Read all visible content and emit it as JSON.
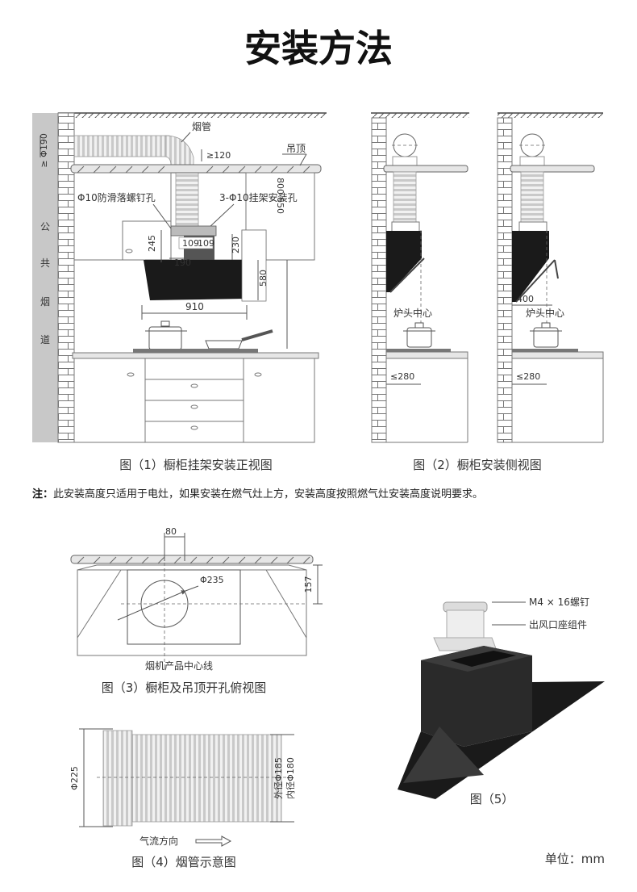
{
  "title": "安装方法",
  "fig1": {
    "caption": "图（1）橱柜挂架安装正视图",
    "labels": {
      "duct": "烟管",
      "ceiling": "吊顶",
      "anti_slip": "Φ10防滑落螺钉孔",
      "hang_holes": "3-Φ10挂架安装孔",
      "phi190": "Φ190",
      "ge": "≥",
      "ge120": "≥120",
      "d800": "800",
      "d650": "650",
      "d245": "245",
      "d109a": "109",
      "d109b": "109",
      "d230": "230",
      "d190": "190",
      "d580": "580",
      "d910": "910",
      "flue": [
        "公",
        "共",
        "烟",
        "道"
      ]
    }
  },
  "fig2": {
    "caption": "图（2）橱柜安装侧视图",
    "stove_center": "炉头中心",
    "le280": "≤280",
    "d400": "400"
  },
  "note": {
    "prefix": "注：",
    "text": "此安装高度只适用于电灶，如果安装在燃气灶上方，安装高度按照燃气灶安装高度说明要求。"
  },
  "fig3": {
    "caption": "图（3）橱柜及吊顶开孔俯视图",
    "d80": "80",
    "phi235": "Φ235",
    "d157": "157",
    "centerline": "烟机产品中心线"
  },
  "fig4": {
    "caption": "图（4）烟管示意图",
    "phi225": "Φ225",
    "outer": "外径Φ185",
    "inner": "内径Φ180",
    "airflow": "气流方向"
  },
  "fig5": {
    "caption": "图（5）",
    "screw": "M4 × 16螺钉",
    "outlet": "出风口座组件"
  },
  "unit": "单位：mm",
  "colors": {
    "text": "#333333",
    "hood": "#1a1a1a",
    "wall": "#c8c8c8",
    "line": "#555555"
  }
}
